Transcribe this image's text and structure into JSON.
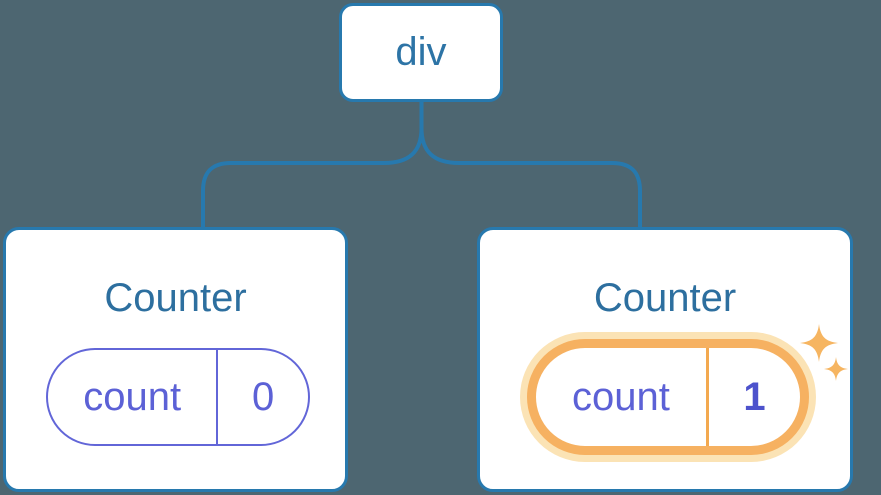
{
  "diagram": {
    "description": "React component tree showing state preserved per position",
    "root_node": {
      "label": "div"
    },
    "children": [
      {
        "title": "Counter",
        "state": {
          "key": "count",
          "value": "0"
        },
        "highlighted": false
      },
      {
        "title": "Counter",
        "state": {
          "key": "count",
          "value": "1"
        },
        "highlighted": true
      }
    ],
    "colors": {
      "background": "#4d6671",
      "node_fill": "#ffffff",
      "stroke_blue": "#2779ae",
      "text_blue": "#2d74a6",
      "state_purple": "#5c61d6",
      "state_purple_border": "#6266d8",
      "highlight_orange": "#f6b161",
      "highlight_halo": "#fbe3b5"
    }
  }
}
